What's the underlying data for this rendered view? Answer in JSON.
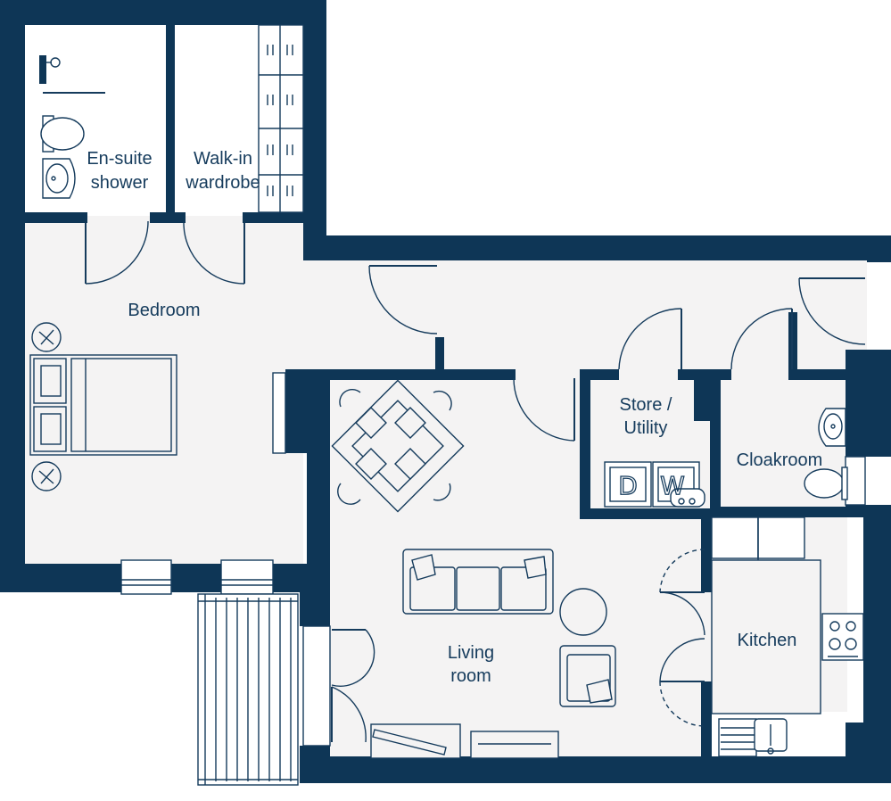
{
  "rooms": {
    "ensuite_line1": "En-suite",
    "ensuite_line2": "shower",
    "wardrobe_line1": "Walk-in",
    "wardrobe_line2": "wardrobe",
    "bedroom": "Bedroom",
    "store_line1": "Store /",
    "store_line2": "Utility",
    "cloakroom": "Cloakroom",
    "living_line1": "Living",
    "living_line2": "room",
    "kitchen": "Kitchen"
  },
  "appliances": {
    "dishwasher": "D",
    "washer": "W"
  },
  "colors": {
    "wall": "#0e3656",
    "floor": "#f4f3f3",
    "line": "#153b5c"
  }
}
